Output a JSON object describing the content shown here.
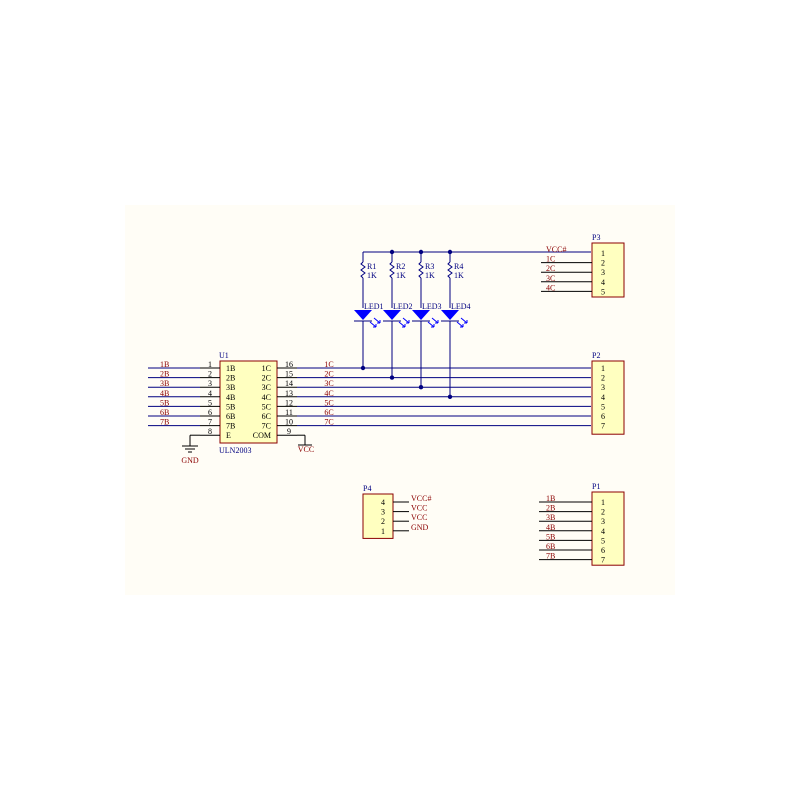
{
  "u1": {
    "designator": "U1",
    "comment": "ULN2003",
    "left_pins": [
      {
        "num": "1",
        "name": "1B",
        "net": "1B"
      },
      {
        "num": "2",
        "name": "2B",
        "net": "2B"
      },
      {
        "num": "3",
        "name": "3B",
        "net": "3B"
      },
      {
        "num": "4",
        "name": "4B",
        "net": "4B"
      },
      {
        "num": "5",
        "name": "5B",
        "net": "5B"
      },
      {
        "num": "6",
        "name": "6B",
        "net": "6B"
      },
      {
        "num": "7",
        "name": "7B",
        "net": "7B"
      },
      {
        "num": "8",
        "name": "E",
        "net": ""
      }
    ],
    "right_pins": [
      {
        "num": "16",
        "name": "1C",
        "net": "1C"
      },
      {
        "num": "15",
        "name": "2C",
        "net": "2C"
      },
      {
        "num": "14",
        "name": "3C",
        "net": "3C"
      },
      {
        "num": "13",
        "name": "4C",
        "net": "4C"
      },
      {
        "num": "12",
        "name": "5C",
        "net": "5C"
      },
      {
        "num": "11",
        "name": "6C",
        "net": "6C"
      },
      {
        "num": "10",
        "name": "7C",
        "net": "7C"
      },
      {
        "num": "9",
        "name": "COM",
        "net": ""
      }
    ],
    "gnd_label": "GND",
    "vcc_label": "VCC"
  },
  "resistors": [
    {
      "designator": "R1",
      "value": "1K"
    },
    {
      "designator": "R2",
      "value": "1K"
    },
    {
      "designator": "R3",
      "value": "1K"
    },
    {
      "designator": "R4",
      "value": "1K"
    }
  ],
  "leds": [
    {
      "designator": "LED1"
    },
    {
      "designator": "LED2"
    },
    {
      "designator": "LED3"
    },
    {
      "designator": "LED4"
    }
  ],
  "p3": {
    "designator": "P3",
    "pins": [
      {
        "num": "1",
        "net": "VCC#"
      },
      {
        "num": "2",
        "net": "1C"
      },
      {
        "num": "3",
        "net": "2C"
      },
      {
        "num": "4",
        "net": "3C"
      },
      {
        "num": "5",
        "net": "4C"
      }
    ]
  },
  "p2": {
    "designator": "P2",
    "pins": [
      "1",
      "2",
      "3",
      "4",
      "5",
      "6",
      "7"
    ]
  },
  "p4": {
    "designator": "P4",
    "pins": [
      {
        "num": "4",
        "net": "VCC#"
      },
      {
        "num": "3",
        "net": "VCC"
      },
      {
        "num": "2",
        "net": "VCC"
      },
      {
        "num": "1",
        "net": "GND"
      }
    ]
  },
  "p1": {
    "designator": "P1",
    "pins": [
      {
        "num": "1",
        "net": "1B"
      },
      {
        "num": "2",
        "net": "2B"
      },
      {
        "num": "3",
        "net": "3B"
      },
      {
        "num": "4",
        "net": "4B"
      },
      {
        "num": "5",
        "net": "5B"
      },
      {
        "num": "6",
        "net": "6B"
      },
      {
        "num": "7",
        "net": "7B"
      }
    ]
  },
  "colors": {
    "sheet": "#fffdf6",
    "component_fill": "#ffffc0",
    "component_border": "#8b0000",
    "wire": "#000080",
    "net_label": "#8b0000",
    "led": "#0000ff"
  }
}
